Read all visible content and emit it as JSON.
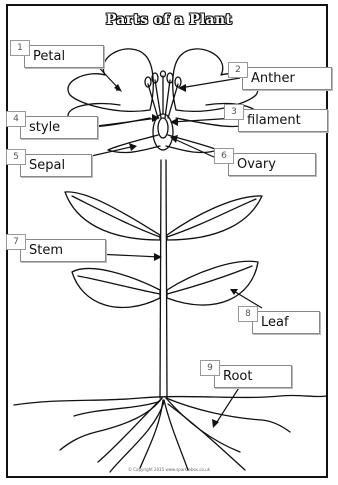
{
  "title": "Parts of a Plant",
  "labels": [
    {
      "num": "1",
      "text": "Petal"
    },
    {
      "num": "2",
      "text": "Anther"
    },
    {
      "num": "3",
      "text": "filament"
    },
    {
      "num": "4",
      "text": "style"
    },
    {
      "num": "5",
      "text": "Sepal"
    },
    {
      "num": "6",
      "text": "Ovary"
    },
    {
      "num": "7",
      "text": "Stem"
    },
    {
      "num": "8",
      "text": "Leaf"
    },
    {
      "num": "9",
      "text": "Root"
    }
  ],
  "footer": "© Copyright 2015 www.sparklebox.co.uk"
}
